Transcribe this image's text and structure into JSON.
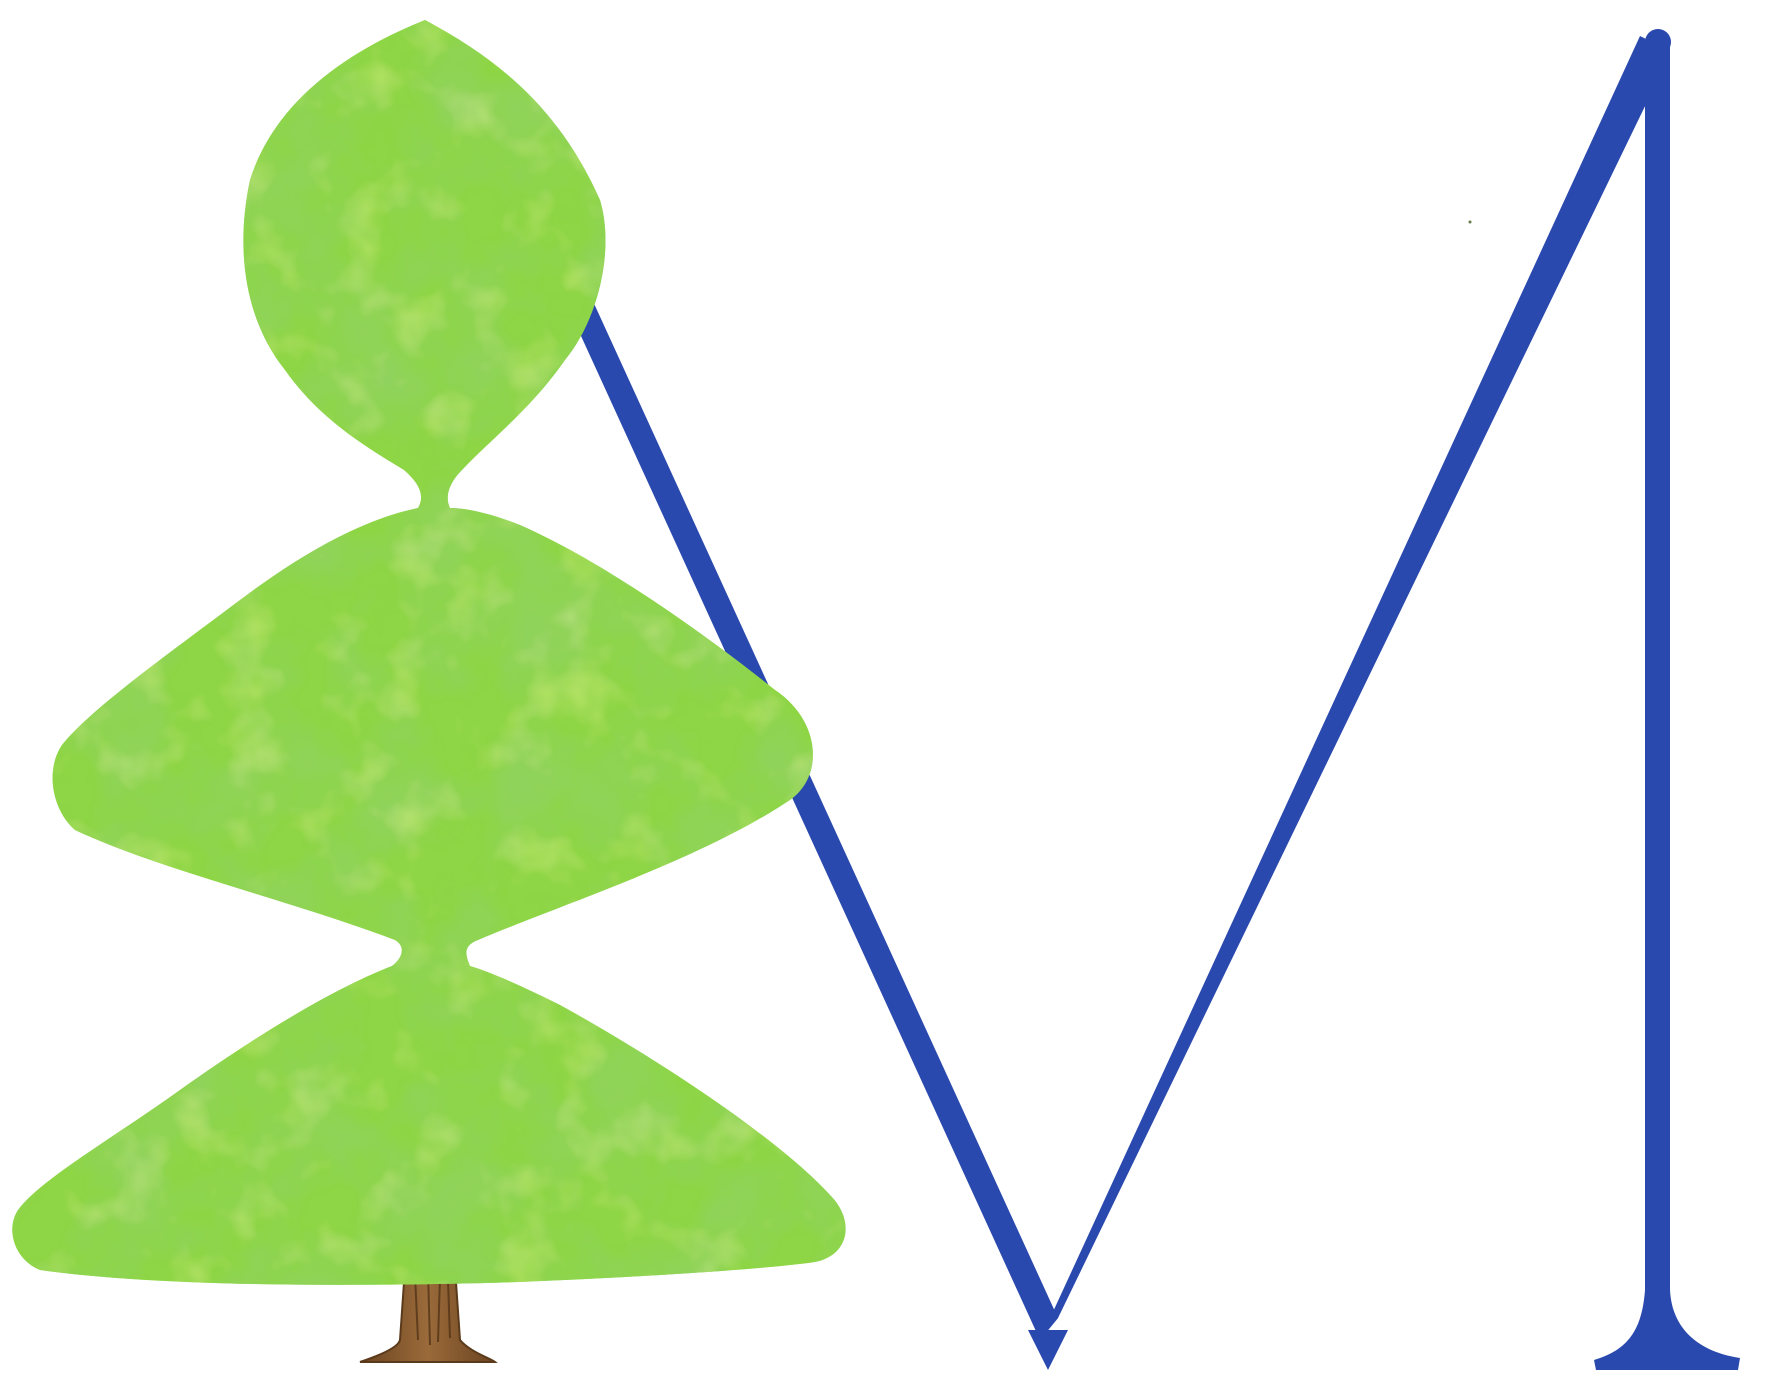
{
  "image": {
    "description_type": "logo-illustration",
    "letter_glyph": "M",
    "colors": {
      "background": "#ffffff",
      "letter_blue": "#2a49ae",
      "foliage_light": "#a6e64b",
      "foliage_mid": "#7cc83e",
      "foliage_dark": "#4e9a3c",
      "foliage_yellow": "#c8e84a",
      "trunk_brown": "#8a5a2e",
      "trunk_dark": "#5a3a1a"
    },
    "elements": {
      "tree_tiers": 3,
      "letter_strokes": 3
    }
  }
}
